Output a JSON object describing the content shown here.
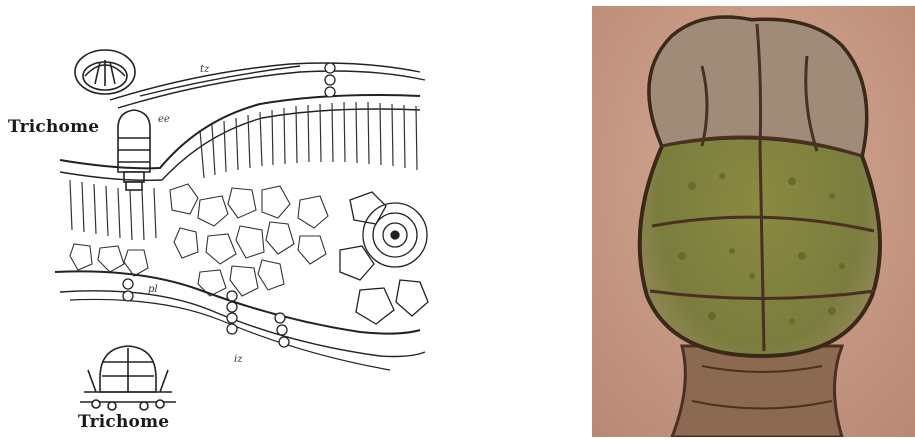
{
  "figure": {
    "left_panel": {
      "kind": "line drawing of leaf cross-section",
      "labels": {
        "trichome_top": "Trichome",
        "trichome_bottom": "Trichome"
      },
      "marks": [
        "tz",
        "ee",
        "pl",
        "iz"
      ]
    },
    "right_panel": {
      "kind": "light micrograph of glandular trichome",
      "colors": {
        "background": "#c69a86",
        "cell_green": "#7a7d3e",
        "cell_wall": "#5a4030",
        "stalk": "#8c6a52"
      }
    }
  }
}
